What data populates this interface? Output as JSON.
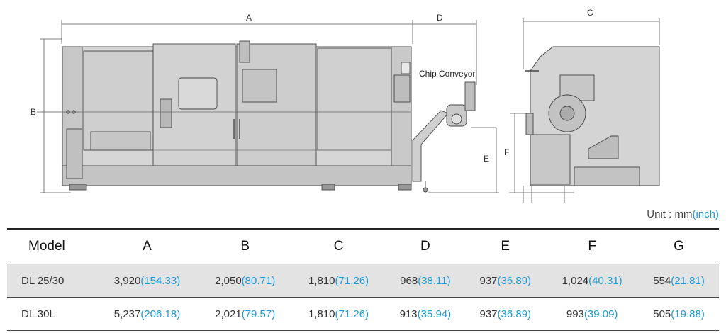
{
  "drawing": {
    "dimension_labels": {
      "a": "A",
      "b": "B",
      "c": "C",
      "d": "D",
      "e": "E",
      "f": "F"
    },
    "chip_conveyor_label": "Chip Conveyor"
  },
  "unit_note": {
    "prefix": "Unit : ",
    "metric": "mm",
    "imperial": "(inch)"
  },
  "table": {
    "headers": [
      "Model",
      "A",
      "B",
      "C",
      "D",
      "E",
      "F",
      "G"
    ],
    "rows": [
      {
        "model": "DL 25/30",
        "cells": [
          {
            "mm": "3,920",
            "inch": "(154.33)"
          },
          {
            "mm": "2,050",
            "inch": "(80.71)"
          },
          {
            "mm": "1,810",
            "inch": "(71.26)"
          },
          {
            "mm": "968",
            "inch": "(38.11)"
          },
          {
            "mm": "937",
            "inch": "(36.89)"
          },
          {
            "mm": "1,024",
            "inch": "(40.31)"
          },
          {
            "mm": "554",
            "inch": "(21.81)"
          }
        ]
      },
      {
        "model": "DL 30L",
        "cells": [
          {
            "mm": "5,237",
            "inch": "(206.18)"
          },
          {
            "mm": "2,021",
            "inch": "(79.57)"
          },
          {
            "mm": "1,810",
            "inch": "(71.26)"
          },
          {
            "mm": "913",
            "inch": "(35.94)"
          },
          {
            "mm": "937",
            "inch": "(36.89)"
          },
          {
            "mm": "993",
            "inch": "(39.09)"
          },
          {
            "mm": "505",
            "inch": "(19.88)"
          }
        ]
      }
    ]
  }
}
